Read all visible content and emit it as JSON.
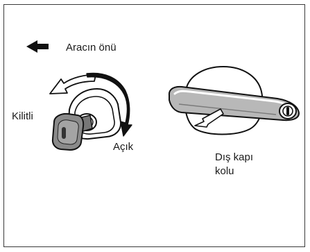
{
  "labels": {
    "front": "Aracın önü",
    "locked": "Kilitli",
    "open": "Açık",
    "handle_line1": "Dış kapı",
    "handle_line2": "kolu"
  },
  "icons": {
    "front_arrow": "arrow-left-icon",
    "lock_arrow": "curved-arrow-left-icon",
    "unlock_arrow": "curved-arrow-down-icon",
    "pull_arrow": "arrow-down-left-icon"
  }
}
